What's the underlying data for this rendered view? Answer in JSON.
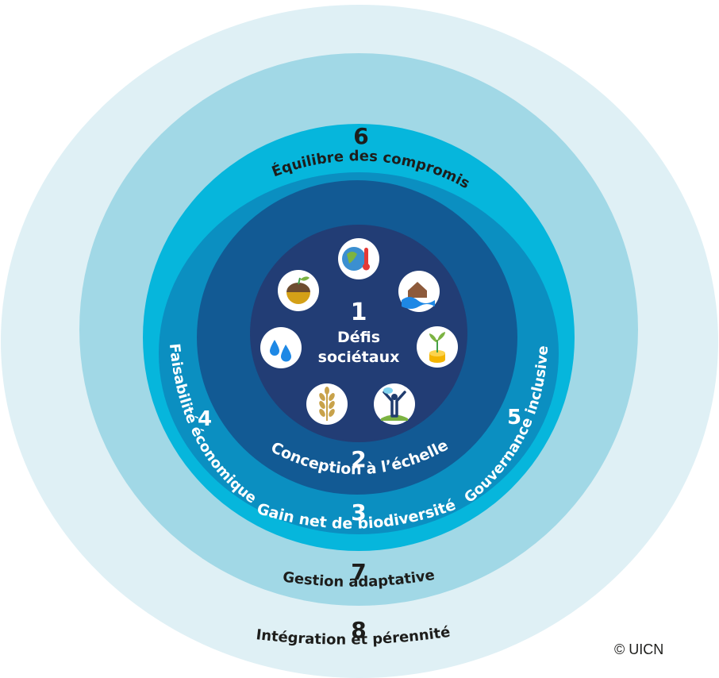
{
  "criteria": [
    {
      "id": "c1",
      "number": "1",
      "label_lines": [
        "Défis",
        "sociétaux"
      ]
    },
    {
      "id": "c2",
      "number": "2",
      "label": "Conception à l’échelle"
    },
    {
      "id": "c3",
      "number": "3",
      "label": "Gain net de biodiversité"
    },
    {
      "id": "c4",
      "number": "4",
      "label": "Faisabilité économique"
    },
    {
      "id": "c5",
      "number": "5",
      "label": "Gouvernance inclusive"
    },
    {
      "id": "c6",
      "number": "6",
      "label": "Équilibre des compromis"
    },
    {
      "id": "c7",
      "number": "7",
      "label": "Gestion adaptative"
    },
    {
      "id": "c8",
      "number": "8",
      "label": "Intégration et pérennité"
    }
  ],
  "icons": [
    "climate-change-icon",
    "disaster-flood-icon",
    "economic-development-icon",
    "human-wellbeing-icon",
    "food-security-icon",
    "water-security-icon",
    "soil-biodiversity-icon"
  ],
  "colors": {
    "ring8": "#dff0f5",
    "ring7": "#a1d8e6",
    "ring6": "#06b6dc",
    "ring345": "#0b8fc1",
    "ring2": "#125a94",
    "core1": "#223d75",
    "text_dark": "#1d1d1b",
    "text_light": "#ffffff"
  },
  "copyright": "© UICN"
}
